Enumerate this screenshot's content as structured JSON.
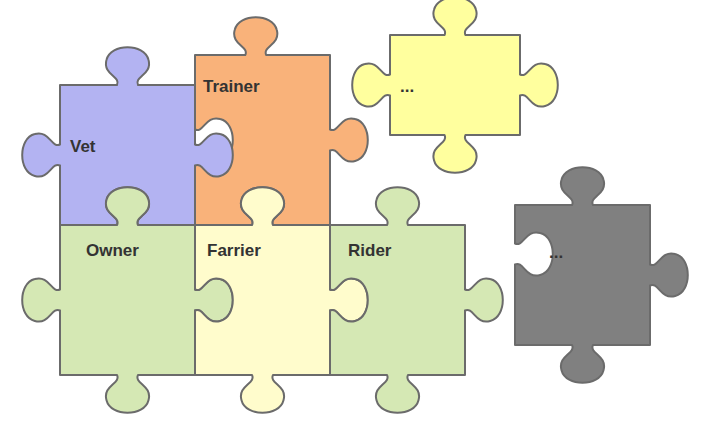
{
  "diagram": {
    "nodes": [
      {
        "text": [
          "Trainer"
        ]
      },
      {
        "text": [
          "..."
        ]
      },
      {
        "text": [
          "Vet"
        ]
      },
      {
        "text": [
          "Owner"
        ]
      },
      {
        "text": [
          "Farrier"
        ]
      },
      {
        "text": [
          "Rider"
        ]
      },
      {
        "text": [
          "..."
        ]
      }
    ]
  }
}
